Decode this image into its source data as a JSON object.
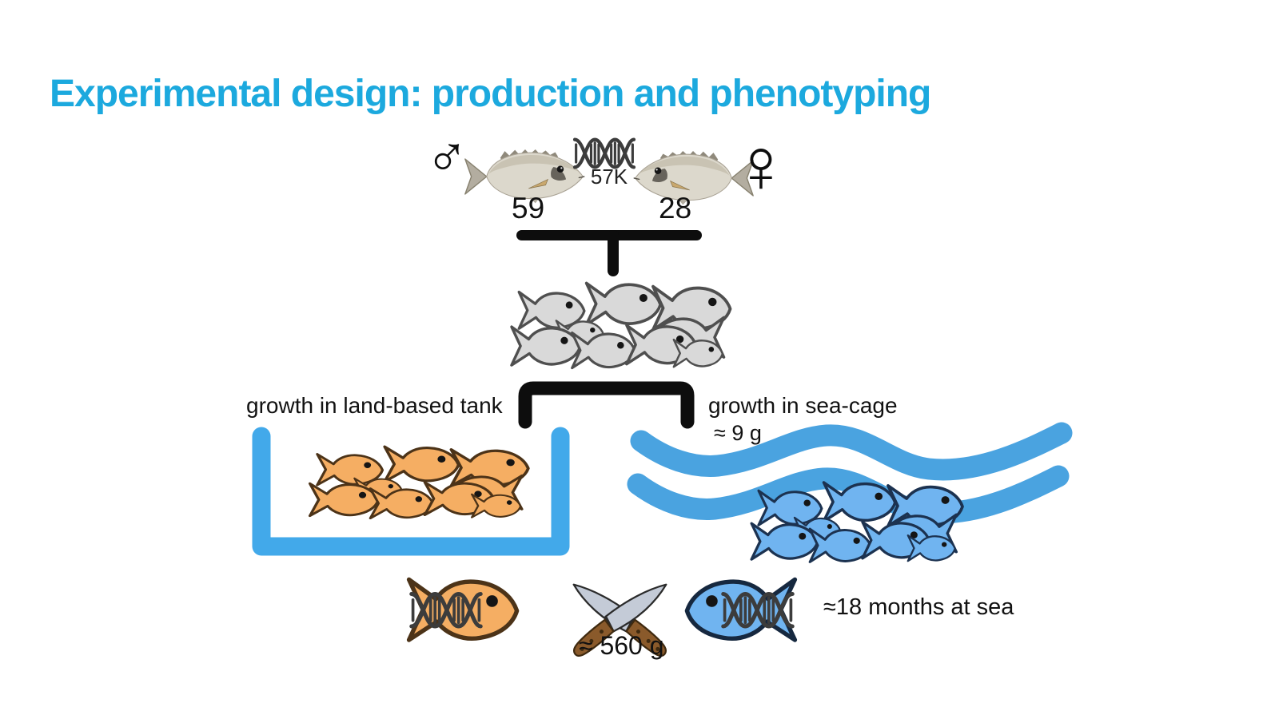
{
  "slide": {
    "title": "Experimental design: production and phenotyping",
    "title_color": "#1CA9DE",
    "background": "#FFFFFF"
  },
  "parents": {
    "male_symbol": "♂",
    "female_symbol": "♀",
    "male_count": "59",
    "female_count": "28",
    "genotyping_chip": "57K",
    "dna_icon": "dna-helix-icon",
    "fish_image": "sea-bream-photo"
  },
  "offspring": {
    "school_icon": "fish-school-icon",
    "fish_color": "#D9D9D9"
  },
  "branches": {
    "left_label": "growth in land-based tank",
    "right_label": "growth in sea-cage",
    "initial_weight": "≈ 9 g",
    "tank_icon": "tank-icon",
    "waves_icon": "sea-waves-icon",
    "tank_fish_color": "#F5AE63",
    "cage_fish_color": "#70B4F0"
  },
  "phenotyping": {
    "harvest_weight": "≈ 560 g",
    "sea_duration": "≈18 months at sea",
    "knives_icon": "crossed-knives-icon",
    "genotyped_fish_icon": "dna-fish-icon"
  },
  "colors": {
    "title": "#1CA9DE",
    "tank_blue": "#42A9EA",
    "wave_blue": "#4AA3E0",
    "fish_orange": "#F5AE63",
    "fish_blue": "#70B4F0",
    "fish_gray": "#D9D9D9",
    "connector_black": "#0D0D0D",
    "dna_gray": "#3C3C3C",
    "knife_blade": "#C4CBD7",
    "knife_handle": "#8A5A2B"
  }
}
